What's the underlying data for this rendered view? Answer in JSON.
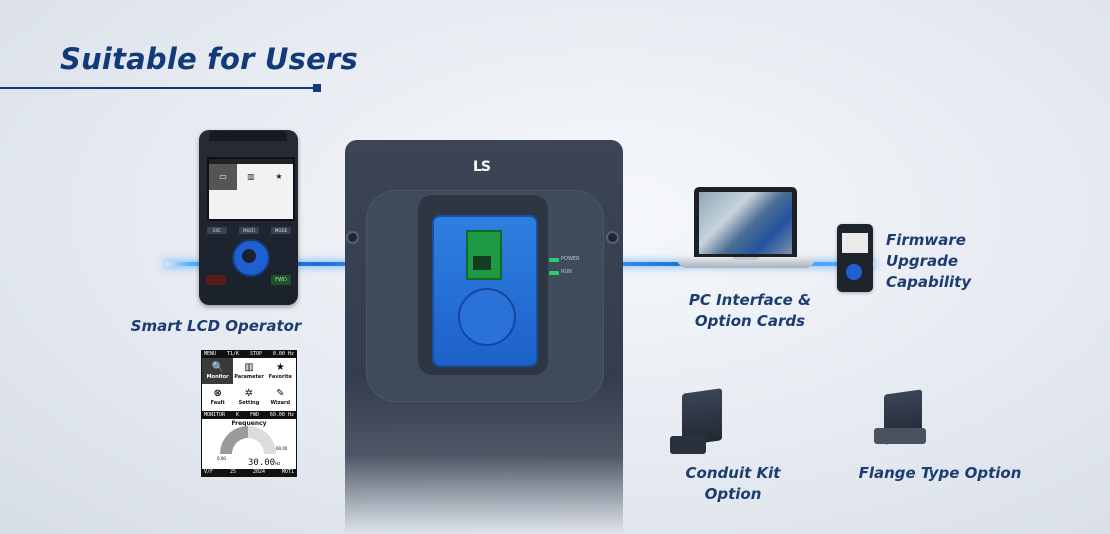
{
  "title": "Suitable for Users",
  "captions": {
    "lcd_operator": "Smart LCD Operator",
    "pc_interface_line1": "PC Interface &",
    "pc_interface_line2": "Option Cards",
    "firmware_line1": "Firmware",
    "firmware_line2": "Upgrade",
    "firmware_line3": "Capability",
    "conduit": "Conduit Kit Option",
    "flange": "Flange Type Option"
  },
  "drive": {
    "logo": "LS",
    "power_label": "POWER",
    "run_label": "RUN"
  },
  "keypad": {
    "buttons": [
      "ESC",
      "MULTI",
      "MODE"
    ],
    "fwd": "FWD"
  },
  "lcd_menu": {
    "status": [
      "MENU",
      "T1/K",
      "STOP",
      "0.00 Hz"
    ],
    "items": [
      {
        "label": "Monitor",
        "icon": "monitor-icon",
        "glyph": "🔍"
      },
      {
        "label": "Parameter",
        "icon": "parameter-icon",
        "glyph": "▥"
      },
      {
        "label": "Favorite",
        "icon": "star-icon",
        "glyph": "★"
      },
      {
        "label": "Fault",
        "icon": "fault-icon",
        "glyph": "⊗"
      },
      {
        "label": "Setting",
        "icon": "setting-icon",
        "glyph": "✲"
      },
      {
        "label": "Wizard",
        "icon": "wizard-icon",
        "glyph": "✎"
      }
    ]
  },
  "lcd_monitor": {
    "status": [
      "MONITOR",
      "K",
      "FWD",
      "60.00 Hz"
    ],
    "gauge_title": "Frequency",
    "min": "0.00",
    "max": "60.00",
    "value": "30.00",
    "unit": "Hz",
    "footer": [
      "V/F",
      "25",
      "2024",
      "MOT1"
    ],
    "fraction": 0.5
  },
  "colors": {
    "accent": "#123a78",
    "beam": "#1b6fd8",
    "drive_body": "#3b4556",
    "blue_panel": "#2f7fe0"
  }
}
